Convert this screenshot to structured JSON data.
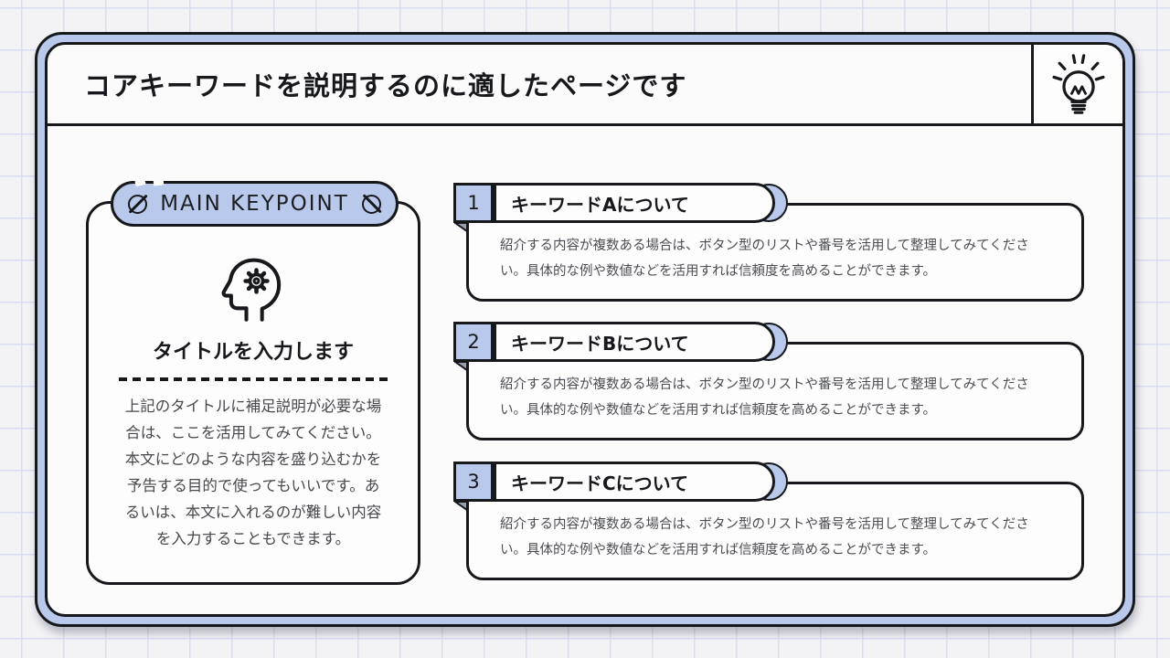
{
  "colors": {
    "accent": "#b9c9ec",
    "ink": "#17181b",
    "paper": "#fbfbfc",
    "box": "#fdfdfe",
    "fold": "#97a1ad",
    "grid_line": "#d9ddf2",
    "grid_bg": "#f3f3f6",
    "text": "#4b4d52"
  },
  "header": {
    "title": "コアキーワードを説明するのに適したページです",
    "icon": "lightbulb-icon"
  },
  "left_panel": {
    "badge_label": "MAIN KEYPOINT",
    "end_icons": "screw-icon",
    "visual_icon": "head-gear-icon",
    "title": "タイトルを入力します",
    "body": "上記のタイトルに補足説明が必要な場\n合は、ここを活用してみてください。\n本文にどのような内容を盛り込むかを\n予告する目的で使ってもいいです。あ\nるいは、本文に入れるのが難しい内容\nを入力することもできます。"
  },
  "items": [
    {
      "number": "1",
      "title": "キーワードAについて",
      "body": " 紹介する内容が複数ある場合は、ボタン型のリストや番号を活用して整理してみてくださ\nい。具体的な例や数値などを活用すれば信頼度を高めることができます。"
    },
    {
      "number": "2",
      "title": "キーワードBについて",
      "body": " 紹介する内容が複数ある場合は、ボタン型のリストや番号を活用して整理してみてくださ\nい。具体的な例や数値などを活用すれば信頼度を高めることができます。"
    },
    {
      "number": "3",
      "title": "キーワードCについて",
      "body": " 紹介する内容が複数ある場合は、ボタン型のリストや番号を活用して整理してみてくださ\nい。具体的な例や数値などを活用すれば信頼度を高めることができます。"
    }
  ]
}
